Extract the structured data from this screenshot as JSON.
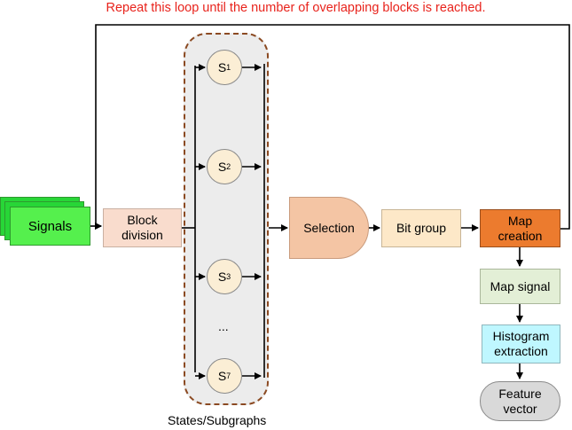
{
  "note": "Repeat this loop until the number of overlapping blocks is reached.",
  "nodes": {
    "signals": "Signals",
    "block_division": "Block\ndivision",
    "selection": "Selection",
    "bit_group": "Bit group",
    "map_creation": "Map\ncreation",
    "map_signal": "Map signal",
    "histogram": "Histogram\nextraction",
    "feature_vector": "Feature\nvector"
  },
  "states": [
    {
      "base": "S",
      "sub": "1"
    },
    {
      "base": "S",
      "sub": "2"
    },
    {
      "base": "S",
      "sub": "3"
    },
    {
      "base": "S",
      "sub": "7"
    }
  ],
  "ellipsis": "...",
  "group_caption": "States/Subgraphs",
  "colors": {
    "note": "#e8231c",
    "signals": "#55f04d",
    "block_division": "#f9dccd",
    "selection": "#f4c5a4",
    "bit_group": "#fde8c8",
    "map_creation": "#ec7b2e",
    "map_signal": "#e3efd6",
    "histogram": "#bff7ff",
    "feature_vector": "#d9d9d9",
    "group_border": "#8b4a22"
  }
}
